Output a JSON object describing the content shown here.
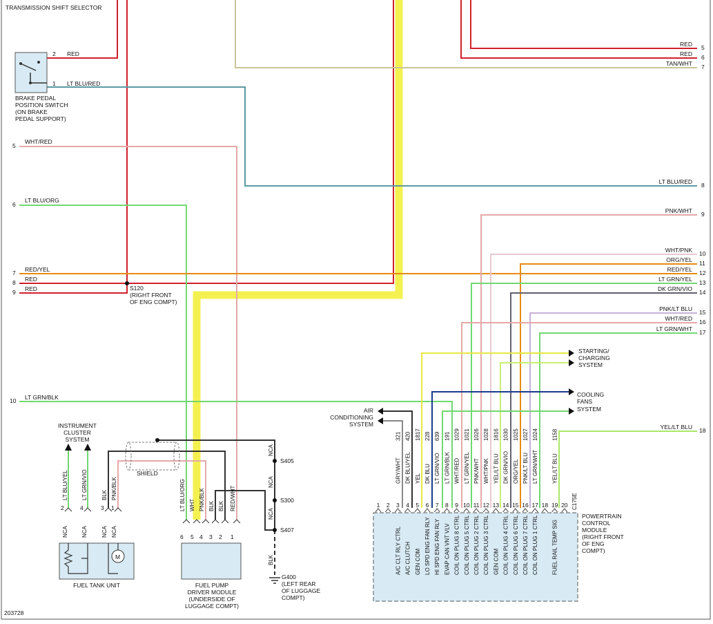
{
  "diagram_id": "203728",
  "components": {
    "shift_selector": "TRANSMISSION SHIFT SELECTOR",
    "brake_switch": [
      "BRAKE PEDAL",
      "POSITION SWITCH",
      "(ON BRAKE",
      "PEDAL SUPPORT)"
    ],
    "splice_s120": [
      "S120",
      "(RIGHT FRONT",
      "OF ENG COMPT)"
    ],
    "instrument_cluster": [
      "INSTRUMENT",
      "CLUSTER",
      "SYSTEM"
    ],
    "shield": "SHIELD",
    "fuel_tank_unit": "FUEL TANK UNIT",
    "fuel_pump_module": [
      "FUEL PUMP",
      "DRIVER MODULE",
      "(UNDERSIDE OF",
      "LUGGAGE COMPT)"
    ],
    "ground_g400": [
      "G400",
      "(LEFT REAR",
      "OF LUGGAGE",
      "COMPT)"
    ],
    "air_conditioning": [
      "AIR",
      "CONDITIONING",
      "SYSTEM"
    ],
    "starting_charging": [
      "STARTING/",
      "CHARGING",
      "SYSTEM"
    ],
    "cooling_fans": [
      "COOLING",
      "FANS",
      "SYSTEM"
    ],
    "pcm": [
      "POWERTRAIN",
      "CONTROL",
      "MODULE",
      "(RIGHT FRONT",
      "OF ENG",
      "COMPT)"
    ],
    "connector": "C175E"
  },
  "splices": [
    "S405",
    "S300",
    "S407"
  ],
  "nca": "NCA",
  "left_wires": [
    {
      "num": "5",
      "color": "WHT/RED"
    },
    {
      "num": "6",
      "color": "LT BLU/ORG"
    },
    {
      "num": "7",
      "color": "RED/YEL"
    },
    {
      "num": "8",
      "color": "RED"
    },
    {
      "num": "9",
      "color": "RED"
    },
    {
      "num": "10",
      "color": "LT GRN/BLK"
    }
  ],
  "brake_wires": [
    {
      "pin": "2",
      "color": "RED"
    },
    {
      "pin": "1",
      "color": "LT BLU/RED"
    }
  ],
  "right_wires": [
    {
      "num": "5",
      "color": "RED"
    },
    {
      "num": "6",
      "color": "RED"
    },
    {
      "num": "7",
      "color": "TAN/WHT"
    },
    {
      "num": "8",
      "color": "LT BLU/RED"
    },
    {
      "num": "9",
      "color": "PNK/WHT"
    },
    {
      "num": "10",
      "color": "WHT/PNK"
    },
    {
      "num": "11",
      "color": "ORG/YEL"
    },
    {
      "num": "12",
      "color": "RED/YEL"
    },
    {
      "num": "13",
      "color": "LT GRN/YEL"
    },
    {
      "num": "14",
      "color": "DK GRN/VIO"
    },
    {
      "num": "15",
      "color": "PNK/LT BLU"
    },
    {
      "num": "16",
      "color": "WHT/RED"
    },
    {
      "num": "17",
      "color": "LT GRN/WHT"
    },
    {
      "num": "18",
      "color": "YEL/LT BLU"
    }
  ],
  "tank_wires": [
    {
      "pin": "2",
      "color": "LT BLU/YEL"
    },
    {
      "pin": "4",
      "color": "LT GRN/VIO"
    },
    {
      "pin": "3",
      "color": "BLK"
    },
    {
      "pin": "1",
      "color": "PNK/BLK"
    }
  ],
  "pump_wires": [
    {
      "pin": "6",
      "color": "LT BLU/ORG"
    },
    {
      "pin": "5",
      "color": "WHT"
    },
    {
      "pin": "4",
      "color": "PNK/BLK"
    },
    {
      "pin": "3",
      "color": "BLK"
    },
    {
      "pin": "2",
      "color": "BLK"
    },
    {
      "pin": "1",
      "color": "RED/WHT"
    }
  ],
  "ground_wire": "BLK",
  "pcm_pins": [
    {
      "pin": "1",
      "circuit": "",
      "color": "",
      "func": ""
    },
    {
      "pin": "2",
      "circuit": "",
      "color": "",
      "func": ""
    },
    {
      "pin": "3",
      "circuit": "321",
      "color": "GRY/WHT",
      "func": "A/C CLT RLY CTRL"
    },
    {
      "pin": "4",
      "circuit": "420",
      "color": "DK BLU/YEL",
      "func": "A/C CLUTCH"
    },
    {
      "pin": "5",
      "circuit": "1817",
      "color": "YEL",
      "func": "GEN COM"
    },
    {
      "pin": "6",
      "circuit": "228",
      "color": "DK BLU",
      "func": "LO SPD ENG FAN RLY"
    },
    {
      "pin": "7",
      "circuit": "639",
      "color": "LT GRN/VIO",
      "func": "HI SPD ENG FAN RLY"
    },
    {
      "pin": "8",
      "circuit": "191",
      "color": "LT GRN/BLK",
      "func": "EVAP CAN VNT VLV"
    },
    {
      "pin": "9",
      "circuit": "1029",
      "color": "WHT/RED",
      "func": "COIL ON PLUG 8 CTRL"
    },
    {
      "pin": "10",
      "circuit": "1021",
      "color": "LT GRN/YEL",
      "func": "COIL ON PLUG 5 CTRL"
    },
    {
      "pin": "11",
      "circuit": "1026",
      "color": "PNK/WHT",
      "func": "COIL ON PLUG 2 CTRL"
    },
    {
      "pin": "12",
      "circuit": "1028",
      "color": "WHT/PNK",
      "func": "COIL ON PLUG 3 CTRL"
    },
    {
      "pin": "13",
      "circuit": "1816",
      "color": "YEL/LT BLU",
      "func": "GEN COM"
    },
    {
      "pin": "14",
      "circuit": "1030",
      "color": "DK GRN/VIO",
      "func": "COIL ON PLUG 4 CTRL"
    },
    {
      "pin": "15",
      "circuit": "1025",
      "color": "ORG/YEL",
      "func": "COIL ON PLUG 6 CTRL"
    },
    {
      "pin": "16",
      "circuit": "1027",
      "color": "PNK/LT BLU",
      "func": "COIL ON PLUG 7 CTRL"
    },
    {
      "pin": "17",
      "circuit": "1024",
      "color": "LT GRN/WHT",
      "func": "COIL ON PLUG 1 CTRL"
    },
    {
      "pin": "18",
      "circuit": "",
      "color": "",
      "func": ""
    },
    {
      "pin": "19",
      "circuit": "1158",
      "color": "YEL/LT BLU",
      "func": "FUEL RAIL TEMP SIG"
    },
    {
      "pin": "20",
      "circuit": "",
      "color": "",
      "func": ""
    }
  ],
  "colors": {
    "red": "#d0202a",
    "tan": "#c8c49a",
    "ltblu": "#5a9aa4",
    "whtred": "#e4a8a8",
    "ltgrn": "#70d870",
    "orange": "#e88a10",
    "highlight": "#f4f050"
  }
}
